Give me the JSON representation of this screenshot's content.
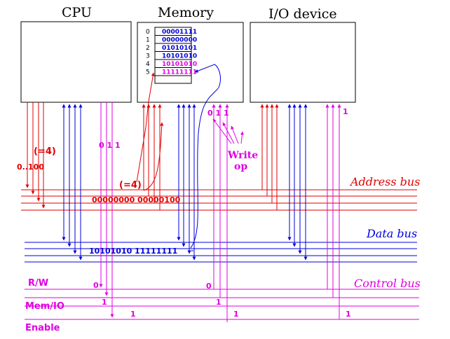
{
  "components": {
    "cpu": {
      "title": "CPU"
    },
    "memory": {
      "title": "Memory",
      "cells": [
        {
          "index": "0",
          "value": "00001111",
          "highlight": false
        },
        {
          "index": "1",
          "value": "00000000",
          "highlight": false
        },
        {
          "index": "2",
          "value": "01010101",
          "highlight": false
        },
        {
          "index": "3",
          "value": "10101010",
          "highlight": false
        },
        {
          "index": "4",
          "value": "10101010",
          "highlight": true
        },
        {
          "index": "5",
          "value": "11111111",
          "highlight": true
        }
      ]
    },
    "io": {
      "title": "I/O device"
    }
  },
  "buses": {
    "address": "Address bus",
    "data": "Data bus",
    "control": "Control bus"
  },
  "control_lines": {
    "rw": "R/W",
    "mem_io": "Mem/IO",
    "enable": "Enable"
  },
  "annotations": {
    "cpu_addr_eq4": "(=4)",
    "cpu_addr_value": "0..100",
    "cpu_ctrl_bits": "0 1 1",
    "mid_eq4": "(=4)",
    "address_values": "00000000 00000100",
    "data_values": "10101010 11111111",
    "mem_bits": "0 1 1",
    "write_op_line1": "Write",
    "write_op_line2": "op",
    "io_bit": "1",
    "rw_cpu_bit": "0",
    "rw_mem_bit": "0",
    "memio_cpu_bit": "1",
    "memio_mem_bit": "1",
    "enable_cpu_bit": "1",
    "enable_mem_bit": "1",
    "enable_io_bit": "1"
  },
  "colors": {
    "address": "#e00000",
    "data": "#0000dd",
    "control": "#e000e0",
    "outline": "#000000"
  }
}
